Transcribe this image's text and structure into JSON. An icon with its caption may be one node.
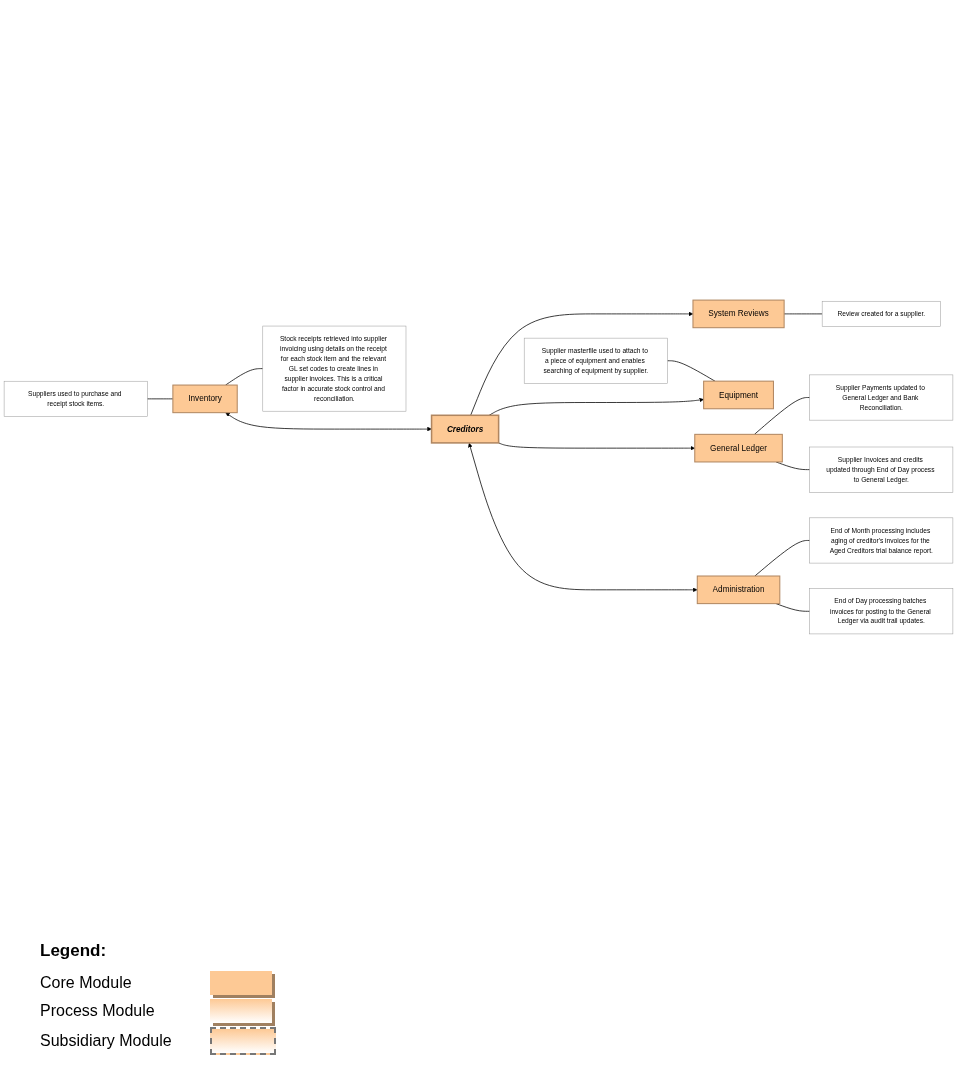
{
  "diagram": {
    "nodes": [
      {
        "text": [
          "Suppliers used to purchase and receipt stock items."
        ]
      },
      {
        "text": [
          "Inventory"
        ]
      },
      {
        "text": [
          "Stock receipts retrieved into supplier invoicing using details on the receipt for each stock item and the relevant GL set codes to create lines in supplier invoices. This is a critical factor in accurate stock control and reconciliation."
        ]
      },
      {
        "text": [
          "System Reviews"
        ]
      },
      {
        "text": [
          "Review created for a supplier."
        ]
      },
      {
        "text": [
          "Creditors"
        ]
      },
      {
        "text": [
          "Supplier masterfile used to attach to a piece of equipment and enables searching of equipment by supplier."
        ]
      },
      {
        "text": [
          "Equipment"
        ]
      },
      {
        "text": [
          "General Ledger"
        ]
      },
      {
        "text": [
          "Supplier Payments updated to General Ledger and Bank Reconciliation."
        ]
      },
      {
        "text": [
          "Supplier Invoices and credits updated through End of Day process to General Ledger."
        ]
      },
      {
        "text": [
          "Administration"
        ]
      },
      {
        "text": [
          "End of Month processing includes aging of creditor's invoices for the Aged Creditors trial balance report."
        ]
      },
      {
        "text": [
          "End of Day processing batches invoices for posting to the General Ledger via audit trail updates."
        ]
      }
    ],
    "edges": [
      {
        "from": 0,
        "to": 1,
        "arrow": "none"
      },
      {
        "from": 1,
        "to": 2,
        "arrow": "none"
      },
      {
        "from": 1,
        "to": 5,
        "arrow": "both"
      },
      {
        "from": 5,
        "to": 3,
        "arrow": "to"
      },
      {
        "from": 3,
        "to": 4,
        "arrow": "none"
      },
      {
        "from": 6,
        "to": 7,
        "arrow": "none"
      },
      {
        "from": 5,
        "to": 7,
        "arrow": "to"
      },
      {
        "from": 5,
        "to": 8,
        "arrow": "to"
      },
      {
        "from": 8,
        "to": 9,
        "arrow": "none"
      },
      {
        "from": 8,
        "to": 10,
        "arrow": "none"
      },
      {
        "from": 5,
        "to": 11,
        "arrow": "both"
      },
      {
        "from": 11,
        "to": 12,
        "arrow": "none"
      },
      {
        "from": 11,
        "to": 13,
        "arrow": "none"
      }
    ],
    "labels": [
      "Legend:"
    ],
    "legend": [
      {
        "text": "Core Module",
        "color": "#fdc995"
      },
      {
        "text": "Process Module"
      },
      {
        "text": "Subsidiary Module"
      }
    ]
  }
}
